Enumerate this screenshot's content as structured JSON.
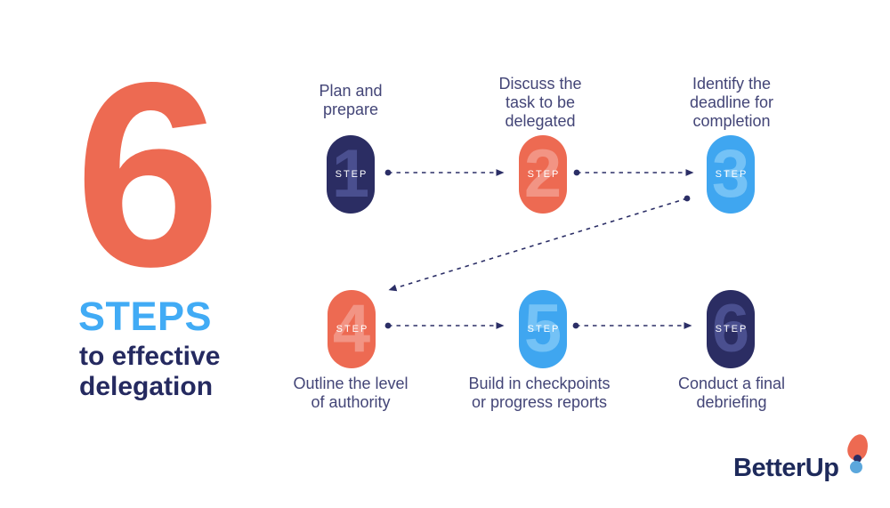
{
  "title": {
    "big_number": "6",
    "steps_word": "STEPS",
    "subtitle_line1": "to effective",
    "subtitle_line2": "delegation"
  },
  "colors": {
    "coral": "#ED6A52",
    "coral_number_tint": "#F29484",
    "light_blue": "#3FA6F0",
    "light_blue_number_tint": "#74C2F6",
    "steps_word_blue": "#41ABF5",
    "navy": "#2B2D63",
    "navy_number_tint": "#4A4F8F",
    "title_navy": "#252A60",
    "label_text": "#434577",
    "arrow": "#2B2E66",
    "logo_navy": "#1E2A5B",
    "logo_blue_dot": "#5BA7DC",
    "background": "#FFFFFF"
  },
  "steps": [
    {
      "number": "1",
      "step_word": "STEP",
      "pill_color": "#2B2D63",
      "number_color": "#4A4F8F",
      "label_position": "above",
      "label_lines": [
        "Plan and",
        "prepare"
      ]
    },
    {
      "number": "2",
      "step_word": "STEP",
      "pill_color": "#ED6A52",
      "number_color": "#F29484",
      "label_position": "above",
      "label_lines": [
        "Discuss the",
        "task to be",
        "delegated"
      ]
    },
    {
      "number": "3",
      "step_word": "STEP",
      "pill_color": "#3FA6F0",
      "number_color": "#74C2F6",
      "label_position": "above",
      "label_lines": [
        "Identify the",
        "deadline for",
        "completion"
      ]
    },
    {
      "number": "4",
      "step_word": "STEP",
      "pill_color": "#ED6A52",
      "number_color": "#F29484",
      "label_position": "below",
      "label_lines": [
        "Outline the level",
        "of authority"
      ]
    },
    {
      "number": "5",
      "step_word": "STEP",
      "pill_color": "#3FA6F0",
      "number_color": "#74C2F6",
      "label_position": "below",
      "label_lines": [
        "Build in checkpoints",
        "or progress reports"
      ]
    },
    {
      "number": "6",
      "step_word": "STEP",
      "pill_color": "#2B2D63",
      "number_color": "#4A4F8F",
      "label_position": "below",
      "label_lines": [
        "Conduct a final",
        "debriefing"
      ]
    }
  ],
  "logo": {
    "wordmark": "BetterUp"
  }
}
